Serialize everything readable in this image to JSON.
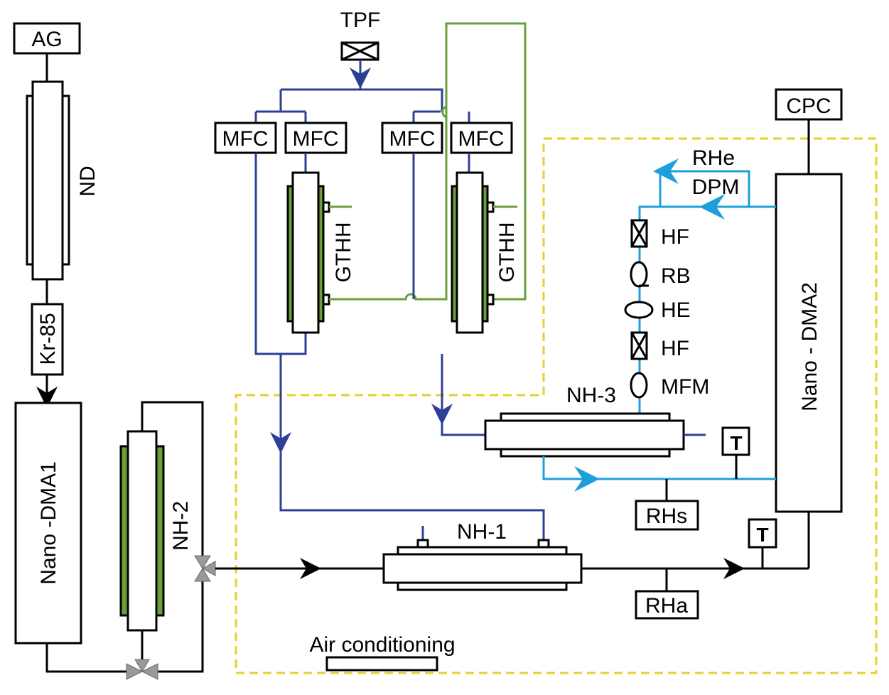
{
  "labels": {
    "ag": "AG",
    "nd": "ND",
    "kr85": "Kr-85",
    "nano_dma1": "Nano -DMA1",
    "nh2": "NH-2",
    "tpf": "TPF",
    "mfc": [
      "MFC",
      "MFC",
      "MFC",
      "MFC"
    ],
    "gthh": [
      "GTHH",
      "GTHH"
    ],
    "cpc": "CPC",
    "rhe": "RHe",
    "dpm": "DPM",
    "hf1": "HF",
    "rb": "RB",
    "he": "HE",
    "hf2": "HF",
    "mfm": "MFM",
    "nh3": "NH-3",
    "nano_dma2": "Nano - DMA2",
    "t1": "T",
    "t2": "T",
    "rhs": "RHs",
    "nh1": "NH-1",
    "rha": "RHa",
    "air_conditioning": "Air conditioning"
  },
  "colors": {
    "dry_air_line": "#2e3f96",
    "sample_line": "#1ca0dc",
    "heating_jacket": "#6a9f3a",
    "enclosure_boundary": "#e8d02a"
  }
}
